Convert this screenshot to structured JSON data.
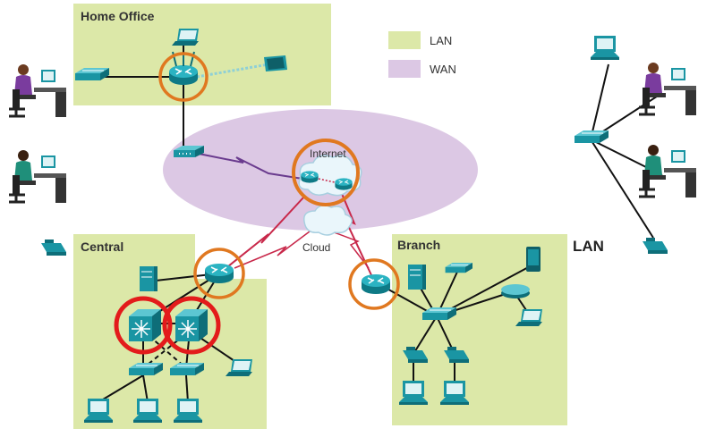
{
  "areas": {
    "home_office": "Home Office",
    "central": "Central",
    "branch": "Branch"
  },
  "cloud": {
    "internet": "Internet",
    "cloud": "Cloud"
  },
  "legend": {
    "lan": "LAN",
    "wan": "WAN",
    "lan_color": "#dce8a8",
    "wan_color": "#dcc8e4"
  },
  "right_label": "LAN",
  "colors": {
    "device_teal": "#1fa3b0",
    "orange_ring": "#e07820",
    "red_ring": "#e31b1b",
    "serial_link": "#c8284a",
    "wan_link": "#6a3b8e"
  }
}
